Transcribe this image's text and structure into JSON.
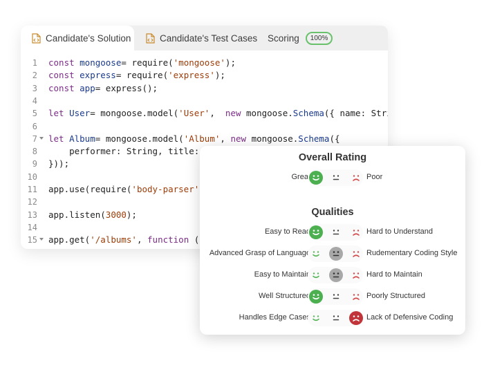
{
  "tabs": [
    {
      "label": "Candidate's Solution",
      "active": true
    },
    {
      "label": "Candidate's Test Cases",
      "active": false
    },
    {
      "label": "Scoring",
      "active": false
    }
  ],
  "scoring_badge": "100%",
  "code": {
    "lines": [
      {
        "n": "1",
        "fold": false,
        "tokens": [
          [
            "kw",
            "const "
          ],
          [
            "id",
            "mongoose"
          ],
          [
            "",
            "= "
          ],
          [
            "",
            "require("
          ],
          [
            "str",
            "'mongoose'"
          ],
          [
            "",
            ");"
          ]
        ]
      },
      {
        "n": "2",
        "fold": false,
        "tokens": [
          [
            "kw",
            "const "
          ],
          [
            "id",
            "express"
          ],
          [
            "",
            "= "
          ],
          [
            "",
            "require("
          ],
          [
            "str",
            "'express'"
          ],
          [
            "",
            ");"
          ]
        ]
      },
      {
        "n": "3",
        "fold": false,
        "tokens": [
          [
            "kw",
            "const "
          ],
          [
            "id",
            "app"
          ],
          [
            "",
            "= "
          ],
          [
            "",
            "express();"
          ]
        ]
      },
      {
        "n": "4",
        "fold": false,
        "tokens": []
      },
      {
        "n": "5",
        "fold": false,
        "tokens": [
          [
            "kw",
            "let "
          ],
          [
            "id",
            "User"
          ],
          [
            "",
            "= "
          ],
          [
            "",
            "mongoose.model("
          ],
          [
            "str",
            "'User'"
          ],
          [
            "",
            ",  "
          ],
          [
            "kw",
            "new "
          ],
          [
            "",
            "mongoose."
          ],
          [
            "id",
            "Schema"
          ],
          [
            "",
            "({ name: String"
          ]
        ]
      },
      {
        "n": "6",
        "fold": false,
        "tokens": []
      },
      {
        "n": "7",
        "fold": true,
        "tokens": [
          [
            "kw",
            "let "
          ],
          [
            "id",
            "Album"
          ],
          [
            "",
            "= "
          ],
          [
            "",
            "mongoose.model("
          ],
          [
            "str",
            "'Album'"
          ],
          [
            "",
            ", "
          ],
          [
            "kw",
            "new "
          ],
          [
            "",
            "mongoose."
          ],
          [
            "id",
            "Schema"
          ],
          [
            "",
            "({"
          ]
        ]
      },
      {
        "n": "8",
        "fold": false,
        "tokens": [
          [
            "",
            "    performer: String, title: St"
          ]
        ]
      },
      {
        "n": "9",
        "fold": false,
        "tokens": [
          [
            "",
            "}));"
          ]
        ]
      },
      {
        "n": "10",
        "fold": false,
        "tokens": []
      },
      {
        "n": "11",
        "fold": false,
        "tokens": [
          [
            "",
            "app.use(require("
          ],
          [
            "str",
            "'body-parser'"
          ],
          [
            "",
            ")."
          ]
        ]
      },
      {
        "n": "12",
        "fold": false,
        "tokens": []
      },
      {
        "n": "13",
        "fold": false,
        "tokens": [
          [
            "",
            "app.listen("
          ],
          [
            "num",
            "3000"
          ],
          [
            "",
            ");"
          ]
        ]
      },
      {
        "n": "14",
        "fold": false,
        "tokens": []
      },
      {
        "n": "15",
        "fold": true,
        "tokens": [
          [
            "",
            "app.get("
          ],
          [
            "str",
            "'/albums'"
          ],
          [
            "",
            ", "
          ],
          [
            "kw",
            "function "
          ],
          [
            "",
            "(re"
          ]
        ]
      }
    ]
  },
  "rating": {
    "overall_title": "Overall Rating",
    "overall": {
      "left": "Great",
      "right": "Poor",
      "selected": 0
    },
    "qualities_title": "Qualities",
    "qualities": [
      {
        "left": "Easy to Read",
        "right": "Hard to Understand",
        "selected": 0
      },
      {
        "left": "Advanced Grasp of Language",
        "right": "Rudementary Coding Style",
        "selected": 1
      },
      {
        "left": "Easy to Maintain",
        "right": "Hard to Maintain",
        "selected": 1
      },
      {
        "left": "Well Structured",
        "right": "Poorly Structured",
        "selected": 0
      },
      {
        "left": "Handles Edge Cases",
        "right": "Lack of Defensive Coding",
        "selected": 2
      }
    ]
  },
  "colors": {
    "good": "#4caf50",
    "neutral": "#a8a8a8",
    "bad": "#c0343a",
    "good_outline": "#5ab85c",
    "neutral_outline": "#444444",
    "bad_outline": "#d24b4b",
    "tab_icon": "#c98a2e"
  }
}
